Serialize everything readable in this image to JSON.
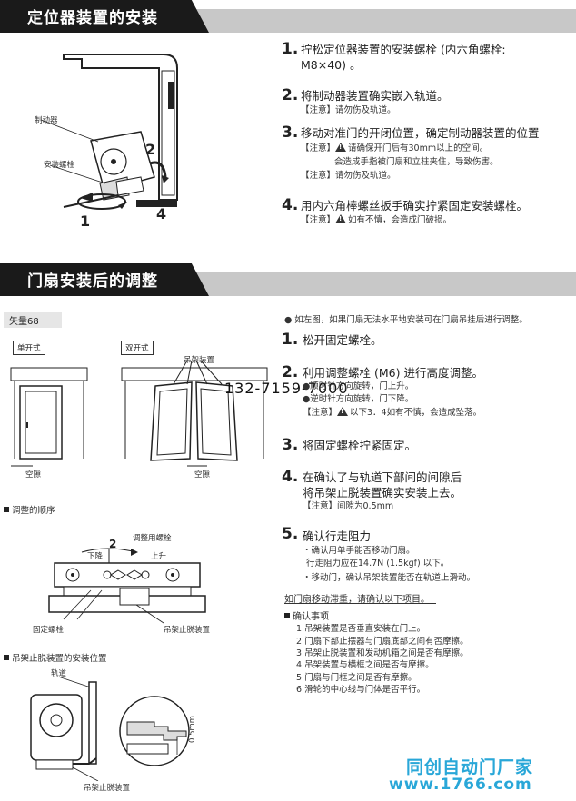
{
  "section1": {
    "title": "定位器装置的安装"
  },
  "section2": {
    "title": "门扇安装后的调整"
  },
  "fig1_labels": {
    "brake": "制动器",
    "bolt": "安装螺栓",
    "n1": "1",
    "n2": "2",
    "n4": "4"
  },
  "steps1": [
    {
      "num": "1.",
      "title": "拧松定位器装置的安装螺栓 (内六角螺栓:",
      "title2": "M8×40) 。"
    },
    {
      "num": "2.",
      "title": "将制动器装置确实嵌入轨道。",
      "note1": "【注意】请勿伤及轨道。"
    },
    {
      "num": "3.",
      "title": "移动对准门的开闭位置，确定制动器装置的位置",
      "note1": "【注意】",
      "note1b": "请确保开门后有30mm以上的空间。",
      "note2": "会造成手指被门扇和立柱夹住，导致伤害。",
      "note3": "【注意】请勿伤及轨道。"
    },
    {
      "num": "4.",
      "title": "用内六角棒螺丝扳手确实拧紧固定安装螺栓。",
      "note1": "【注意】",
      "note1b": "如有不慎，会造成门破损。"
    }
  ],
  "badge": "矢量68",
  "fig2_labels": {
    "single": "单开式",
    "double": "双开式",
    "hanger": "吊架装置",
    "gap1": "空隙",
    "gap2": "空隙"
  },
  "order_title": "调整的顺序",
  "fig3_labels": {
    "adjbolt": "调整用螺栓",
    "down": "下降",
    "up": "上升",
    "n2": "2",
    "fixbolt": "固定螺栓",
    "stopper": "吊架止脱装置"
  },
  "stopper_title": "吊架止脱装置的安装位置",
  "fig4_labels": {
    "rail": "轨道",
    "gap": "0.5mm",
    "stopper": "吊架止脱装置"
  },
  "intro": "● 如左图，如果门扇无法水平地安装可在门扇吊挂后进行调整。",
  "steps2": [
    {
      "num": "1.",
      "title": "松开固定螺栓。"
    },
    {
      "num": "2.",
      "title": "利用调整螺栓 (M6) 进行高度调整。",
      "note1": "●顺时针方向旋转，门上升。",
      "note2": "●逆时针方向旋转，门下降。",
      "note3": "【注意】",
      "note3b": "以下3．4如有不慎，会造成坠落。"
    },
    {
      "num": "3.",
      "title": "将固定螺栓拧紧固定。"
    },
    {
      "num": "4.",
      "title": "在确认了与轨道下部间的间隙后",
      "title2": "将吊架止脱装置确实安装上去。",
      "note1": "【注意】间隙为0.5mm"
    },
    {
      "num": "5.",
      "title": "确认行走阻力",
      "note1": "・确认用单手能否移动门扇。",
      "note2": "行走阻力应在14.7N (1.5kgf) 以下。",
      "note3": "・移动门，确认吊架装置能否在轨道上滑动。"
    }
  ],
  "check": {
    "heading": "如门扇移动滞重，请确认以下项目。",
    "title": "确认事项",
    "items": [
      "1.吊架装置是否垂直安装在门上。",
      "2.门扇下部止摆器与门扇底部之间有否摩擦。",
      "3.吊架止脱装置和发动机箱之间是否有摩擦。",
      "4.吊架装置与横框之间是否有摩擦。",
      "5.门扇与门框之间是否有摩擦。",
      "6.滑轮的中心线与门体是否平行。"
    ]
  },
  "phone": "132-7159-7000",
  "watermark": {
    "line1": "同创自动门厂家",
    "line2": "www.1766.com"
  }
}
